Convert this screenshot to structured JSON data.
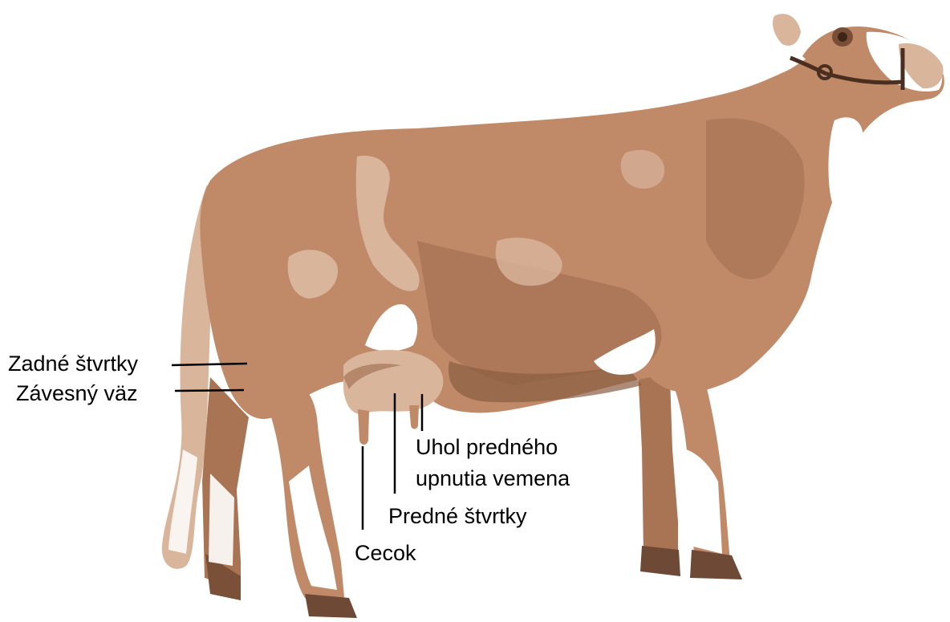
{
  "labels": {
    "rear_quarters": "Zadné štvrtky",
    "suspensory_ligament": "Závesný väz",
    "fore_udder_angle_line1": "Uhol predného",
    "fore_udder_angle_line2": "upnutia vemena",
    "front_quarters": "Predné štvrtky",
    "teat": "Cecok"
  },
  "colors": {
    "coat": "#c08a69",
    "coat_dark": "#9c6a4c",
    "coat_light": "#d9b59c",
    "white_patches": "#ffffff",
    "leader_lines": "#000000"
  },
  "icons": {
    "illustration": "cow-side-view-icon"
  }
}
